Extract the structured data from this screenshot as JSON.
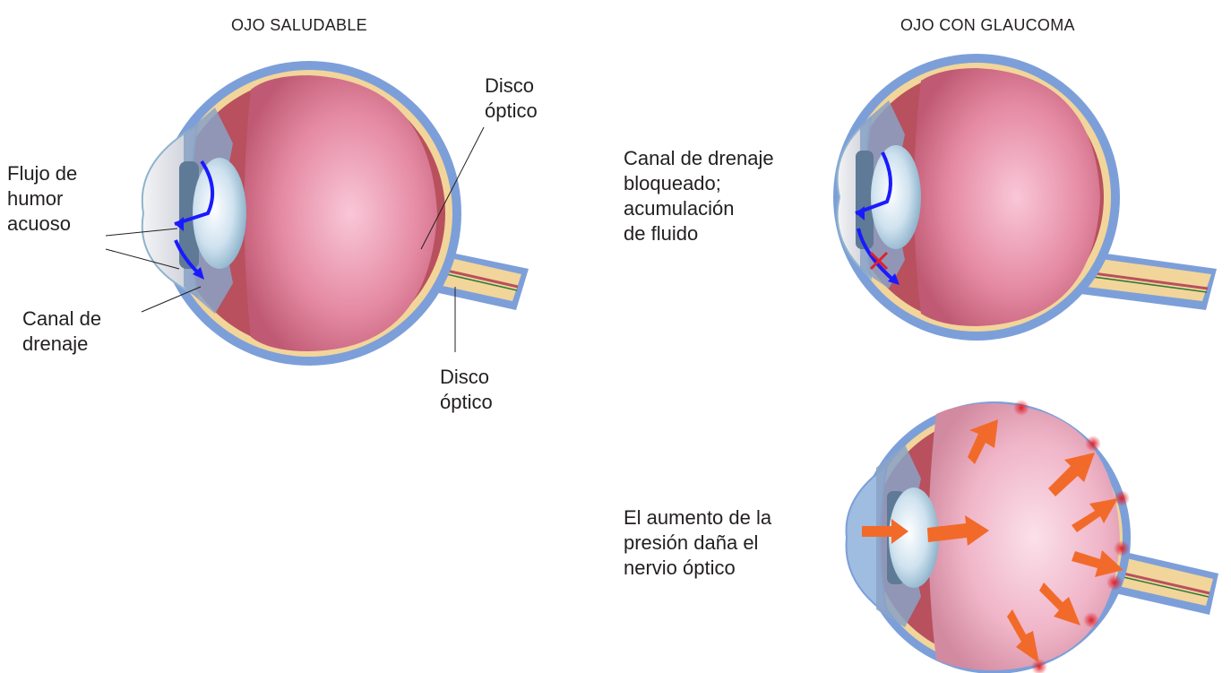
{
  "titles": {
    "healthy": "OJO SALUDABLE",
    "glaucoma": "OJO CON GLAUCOMA"
  },
  "labels": {
    "optic_disc_top": [
      "Disco",
      "óptico"
    ],
    "aqueous_flow": [
      "Flujo de",
      "humor",
      "acuoso"
    ],
    "drainage_canal": [
      "Canal de",
      "drenaje"
    ],
    "optic_disc_bottom": [
      "Disco",
      "óptico"
    ],
    "blocked_canal": [
      "Canal de drenaje",
      "bloqueado;",
      "acumulación",
      "de fluido"
    ],
    "pressure_damage": [
      "El aumento de la",
      "presión daña el",
      "nervio óptico"
    ]
  },
  "colors": {
    "sclera": "#7d9fd9",
    "choroid": "#b8505e",
    "retina": "#f2d59a",
    "vitreous": "#e07891",
    "lens": "#c6dbea",
    "flow_arrow": "#1a1aff",
    "pressure_arrow": "#f26a2a",
    "damage_spot": "#e0202a"
  }
}
